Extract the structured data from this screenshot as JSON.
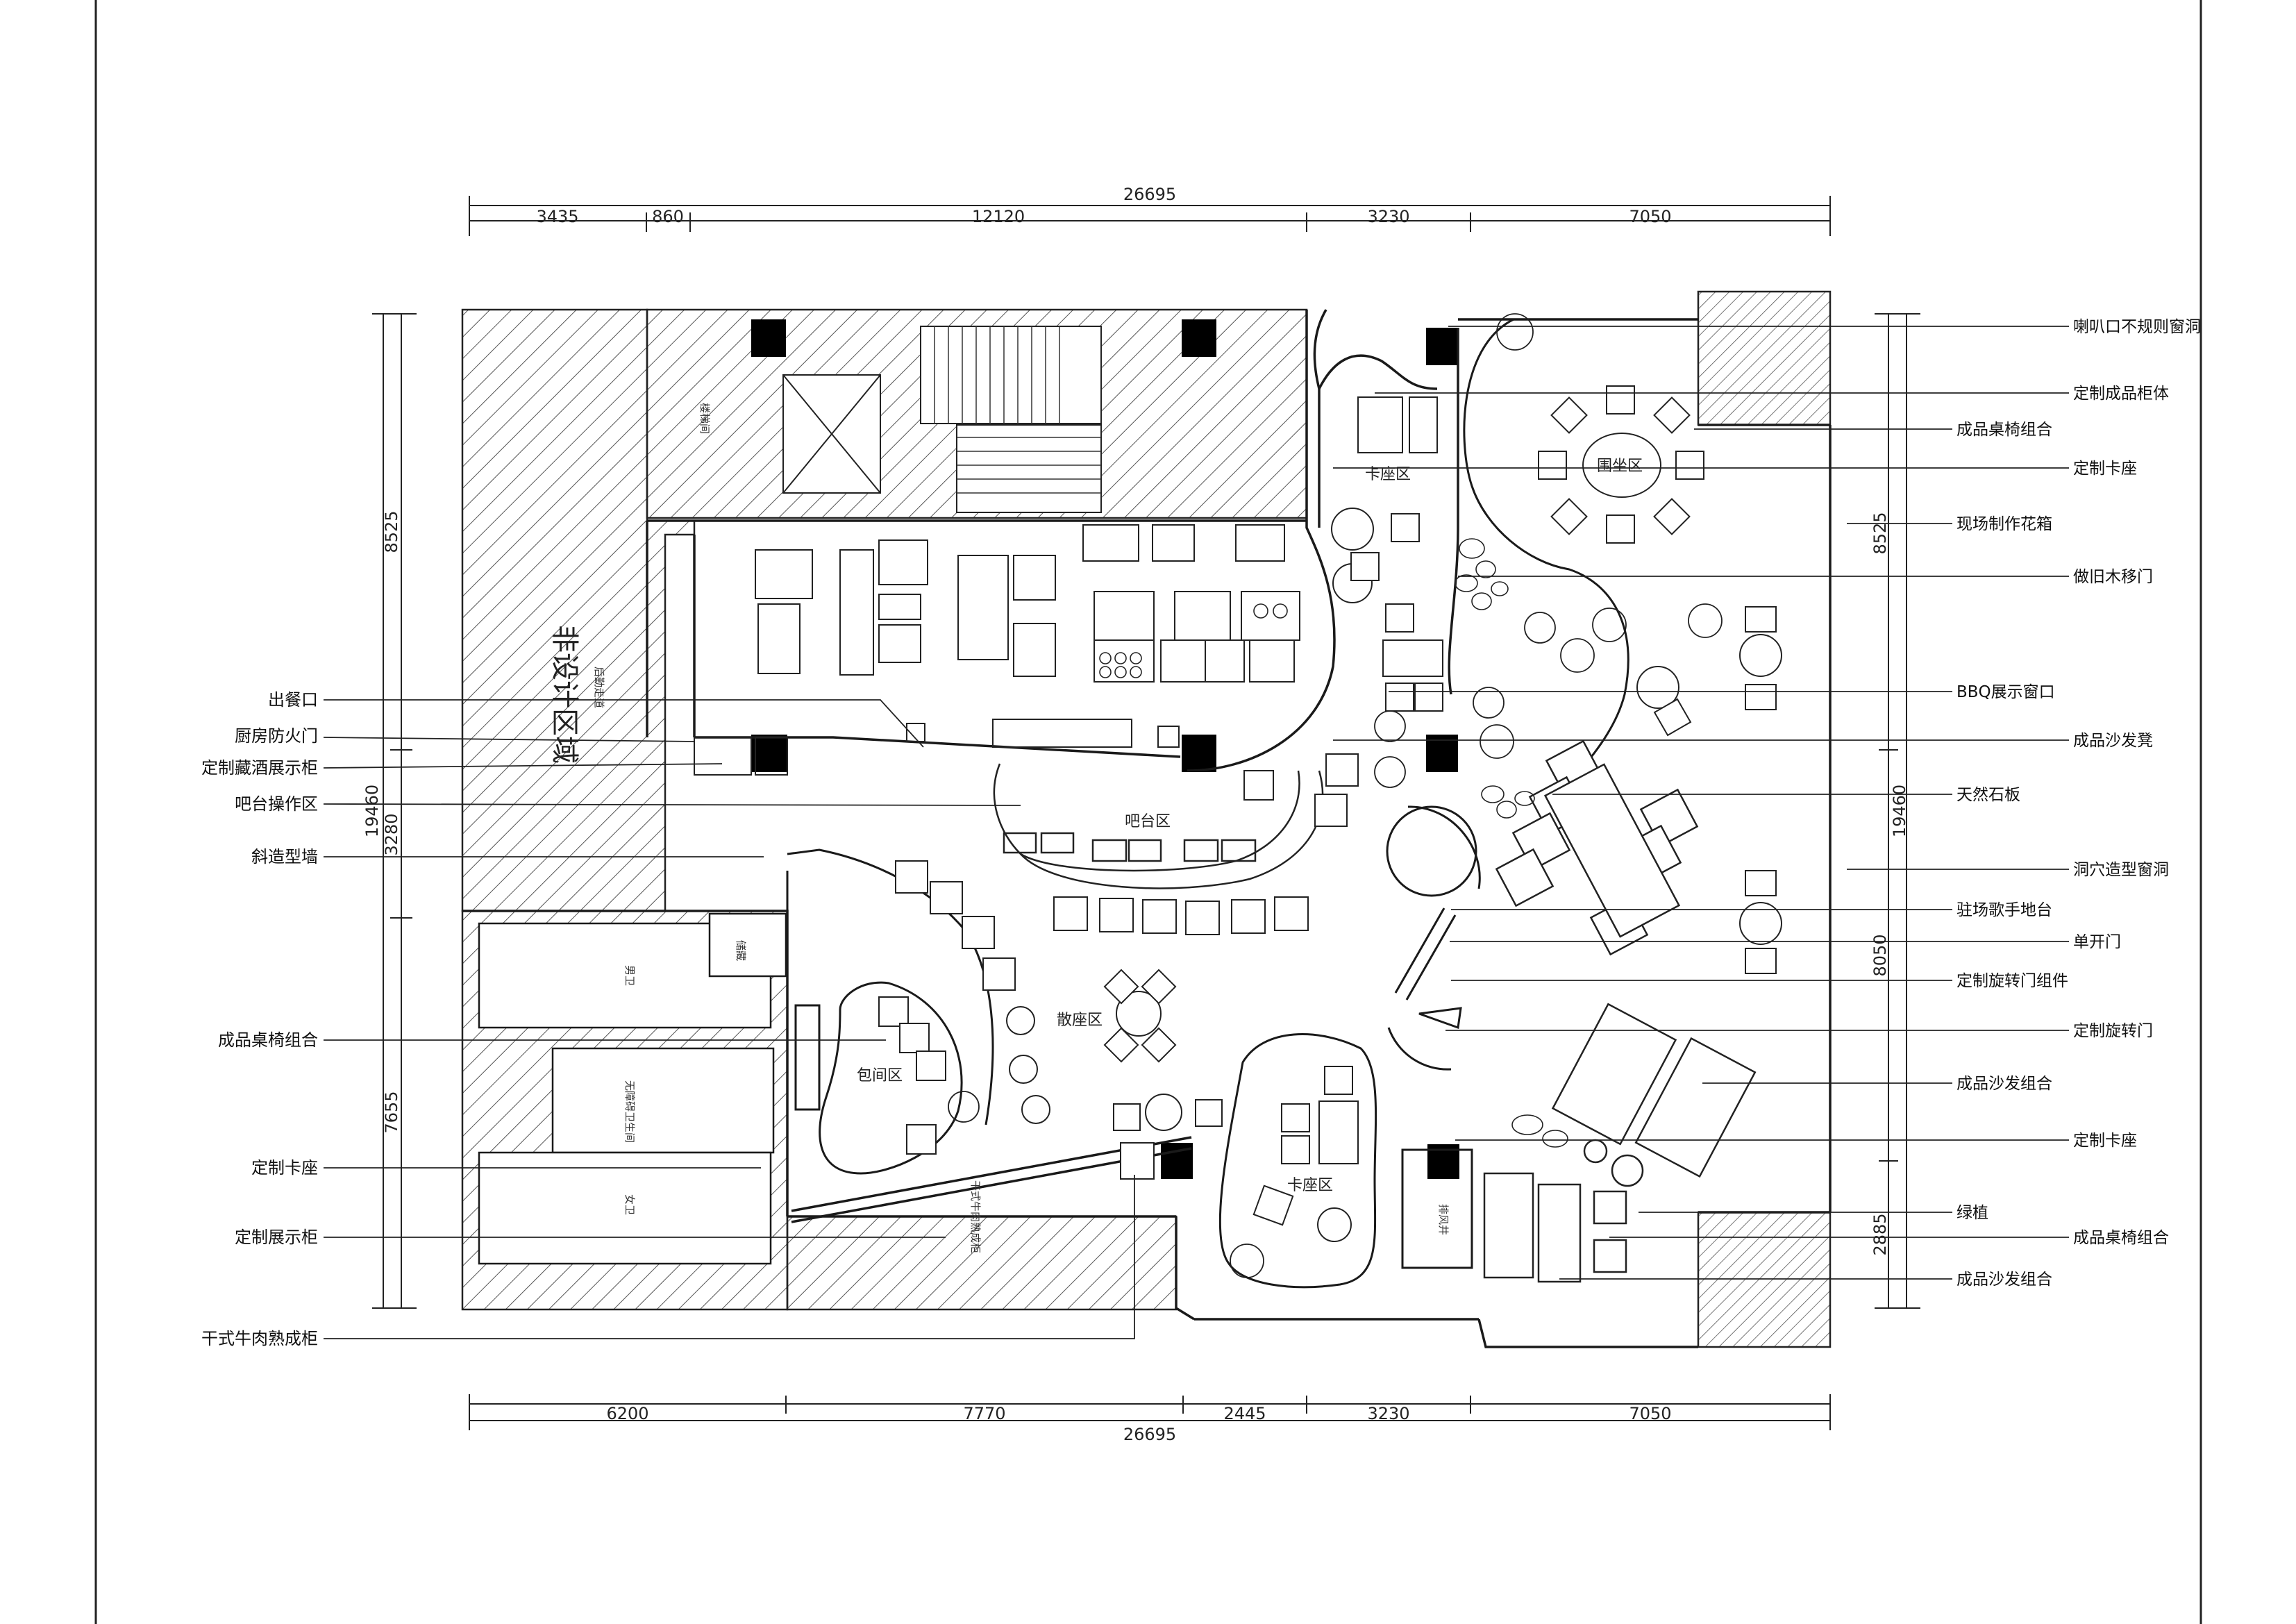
{
  "dimensions": {
    "top_total": "26695",
    "top_segments": [
      "3435",
      "860",
      "12120",
      "3230",
      "7050"
    ],
    "bottom_total": "26695",
    "bottom_segments": [
      "6200",
      "7770",
      "2445",
      "3230",
      "7050"
    ],
    "left_total": "19460",
    "left_segments": [
      "8525",
      "3280",
      "7655"
    ],
    "right_total": "19460",
    "right_segments": [
      "8525",
      "8050",
      "2885"
    ]
  },
  "left_labels": [
    "出餐口",
    "厨房防火门",
    "定制藏酒展示柜",
    "吧台操作区",
    "斜造型墙",
    "成品桌椅组合",
    "定制卡座",
    "定制展示柜",
    "干式牛肉熟成柜"
  ],
  "right_labels": [
    "喇叭口不规则窗洞",
    "定制成品柜体",
    "成品桌椅组合",
    "定制卡座",
    "现场制作花箱",
    "做旧木移门",
    "BBQ展示窗口",
    "成品沙发凳",
    "天然石板",
    "洞穴造型窗洞",
    "驻场歌手地台",
    "单开门",
    "定制旋转门组件",
    "定制旋转门",
    "成品沙发组合",
    "定制卡座",
    "绿植",
    "成品桌椅组合",
    "成品沙发组合"
  ],
  "rooms": {
    "non_design": "非设计区域",
    "back_corridor": "后勤走道",
    "booth_top": "卡座区",
    "round_seat": "围坐区",
    "bar": "吧台区",
    "scatter": "散座区",
    "private": "包间区",
    "booth_bottom": "卡座区",
    "exhaust": "排风井",
    "stair_room": "楼梯间",
    "storage": "储藏",
    "toilet_m": "男卫",
    "toilet_acc": "无障碍卫生间",
    "toilet_f": "女卫",
    "aging_cabinet": "干式牛肉熟成柜"
  },
  "colors": {
    "line": "#1a1a1a",
    "hatch": "#444444",
    "column": "#000000"
  }
}
